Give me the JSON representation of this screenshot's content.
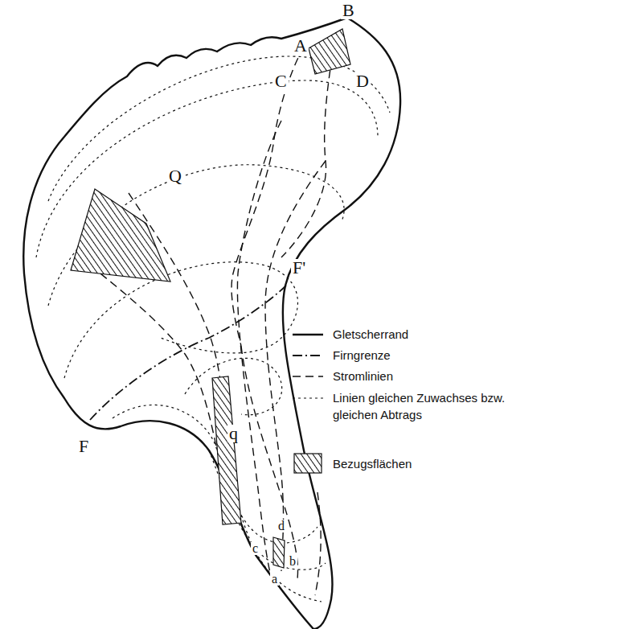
{
  "diagram": {
    "labels": [
      "A",
      "B",
      "C",
      "D",
      "Q",
      "F",
      "F'",
      "q",
      "a",
      "b",
      "c",
      "d"
    ],
    "legend": [
      {
        "text": "Gletscherrand"
      },
      {
        "text": "Firngrenze"
      },
      {
        "text": "Stromlinien"
      },
      {
        "text": "Linien gleichen Zuwachses bzw. gleichen Abtrags"
      },
      {
        "text": "Bezugsflächen"
      }
    ]
  }
}
